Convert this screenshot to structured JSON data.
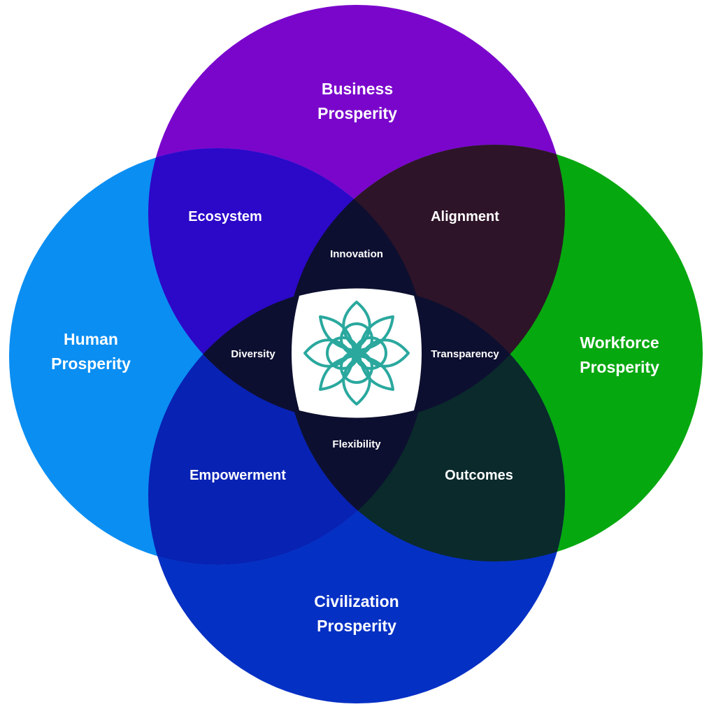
{
  "diagram": {
    "circles": [
      {
        "key": "top",
        "line1": "Business",
        "line2": "Prosperity",
        "color": "#7a06cc"
      },
      {
        "key": "right",
        "line1": "Workforce",
        "line2": "Prosperity",
        "color": "#06a80f"
      },
      {
        "key": "bottom",
        "line1": "Civilization",
        "line2": "Prosperity",
        "color": "#0530c4"
      },
      {
        "key": "left",
        "line1": "Human",
        "line2": "Prosperity",
        "color": "#0a8ef2"
      }
    ],
    "pair_overlaps": {
      "top_left": "Ecosystem",
      "top_right": "Alignment",
      "bottom_left": "Empowerment",
      "bottom_right": "Outcomes"
    },
    "triple_overlaps": {
      "top": "Innovation",
      "left": "Diversity",
      "right": "Transparency",
      "bottom": "Flexibility"
    },
    "overlap_colors": {
      "top_left": "#2c08c8",
      "top_right": "#2e1428",
      "bottom_left": "#0822b4",
      "bottom_right": "#0a2a2c",
      "triple": "#0d0f30"
    },
    "center_logo": {
      "icon": "lotus-flower-icon",
      "stroke_color": "#2aa89e",
      "background": "#ffffff"
    }
  }
}
